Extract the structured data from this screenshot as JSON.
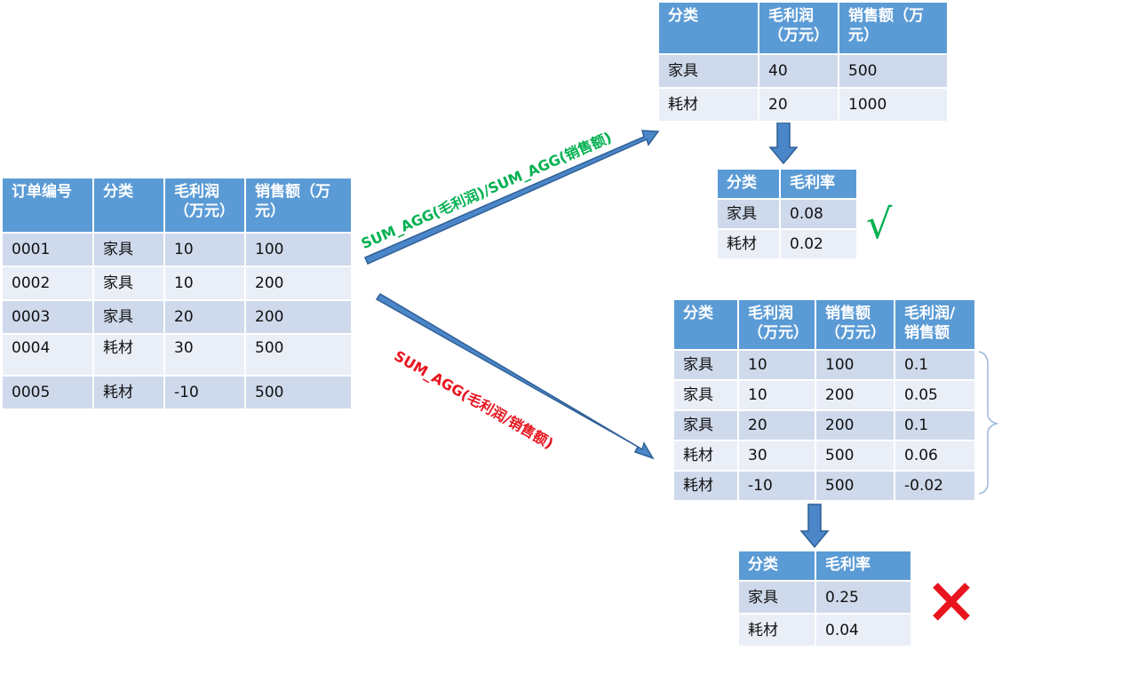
{
  "source_table": {
    "headers": [
      "订单编号",
      "分类",
      "毛利润（万元）",
      "销售额（万元）"
    ],
    "rows": [
      [
        "0001",
        "家具",
        "10",
        "100"
      ],
      [
        "0002",
        "家具",
        "10",
        "200"
      ],
      [
        "0003",
        "家具",
        "20",
        "200"
      ],
      [
        "0004",
        "耗材",
        "30",
        "500"
      ],
      [
        "0005",
        "耗材",
        "-10",
        "500"
      ]
    ]
  },
  "sum_table": {
    "headers": [
      "分类",
      "毛利润（万元）",
      "销售额（万元）"
    ],
    "rows": [
      [
        "家具",
        "40",
        "500"
      ],
      [
        "耗材",
        "20",
        "1000"
      ]
    ]
  },
  "correct_result": {
    "headers": [
      "分类",
      "毛利率"
    ],
    "rows": [
      [
        "家具",
        "0.08"
      ],
      [
        "耗材",
        "0.02"
      ]
    ]
  },
  "row_ratio_table": {
    "headers": [
      "分类",
      "毛利润（万元）",
      "销售额（万元）",
      "毛利润/销售额"
    ],
    "rows": [
      [
        "家具",
        "10",
        "100",
        "0.1"
      ],
      [
        "家具",
        "10",
        "200",
        "0.05"
      ],
      [
        "家具",
        "20",
        "200",
        "0.1"
      ],
      [
        "耗材",
        "30",
        "500",
        "0.06"
      ],
      [
        "耗材",
        "-10",
        "500",
        "-0.02"
      ]
    ]
  },
  "wrong_result": {
    "headers": [
      "分类",
      "毛利率"
    ],
    "rows": [
      [
        "家具",
        "0.25"
      ],
      [
        "耗材",
        "0.04"
      ]
    ]
  },
  "labels": {
    "correct_formula": "SUM_AGG(毛利润)/SUM_AGG(销售额)",
    "wrong_formula": "SUM_AGG(毛利润/销售额)",
    "correct_mark": "√"
  },
  "colors": {
    "header_blue": "#5b9bd5",
    "row_dark": "#cfd9ec",
    "row_light": "#e9eef7",
    "arrow_fill": "#4a86c8",
    "arrow_stroke": "#2f5f96",
    "correct_green": "#00b050",
    "wrong_red": "#e8141e"
  },
  "icons": {
    "correct": "check-mark-icon",
    "wrong": "cross-mark-icon"
  }
}
